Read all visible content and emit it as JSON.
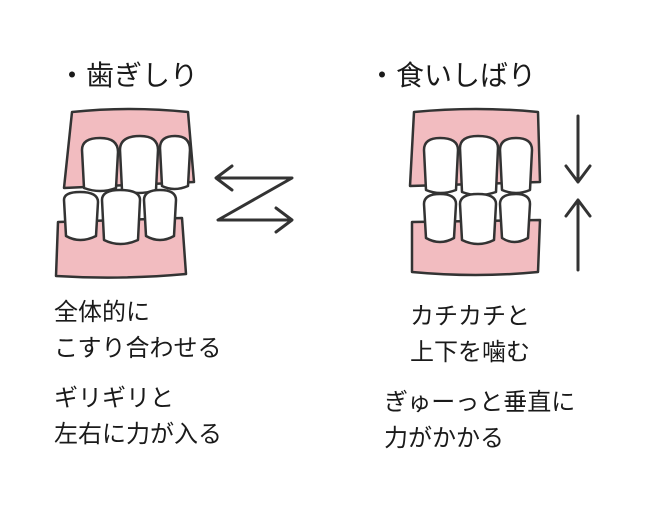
{
  "left": {
    "title": "・歯ぎしり",
    "lines": [
      "全体的に",
      "こすり合わせる",
      "ギリギリと",
      "左右に力が入る"
    ]
  },
  "right": {
    "title": "・食いしばり",
    "lines": [
      "カチカチと",
      "上下を噛む",
      "ぎゅーっと垂直に",
      "力がかかる"
    ]
  },
  "colors": {
    "gum": "#f2bcc0",
    "stroke": "#333333",
    "tooth": "#ffffff"
  }
}
